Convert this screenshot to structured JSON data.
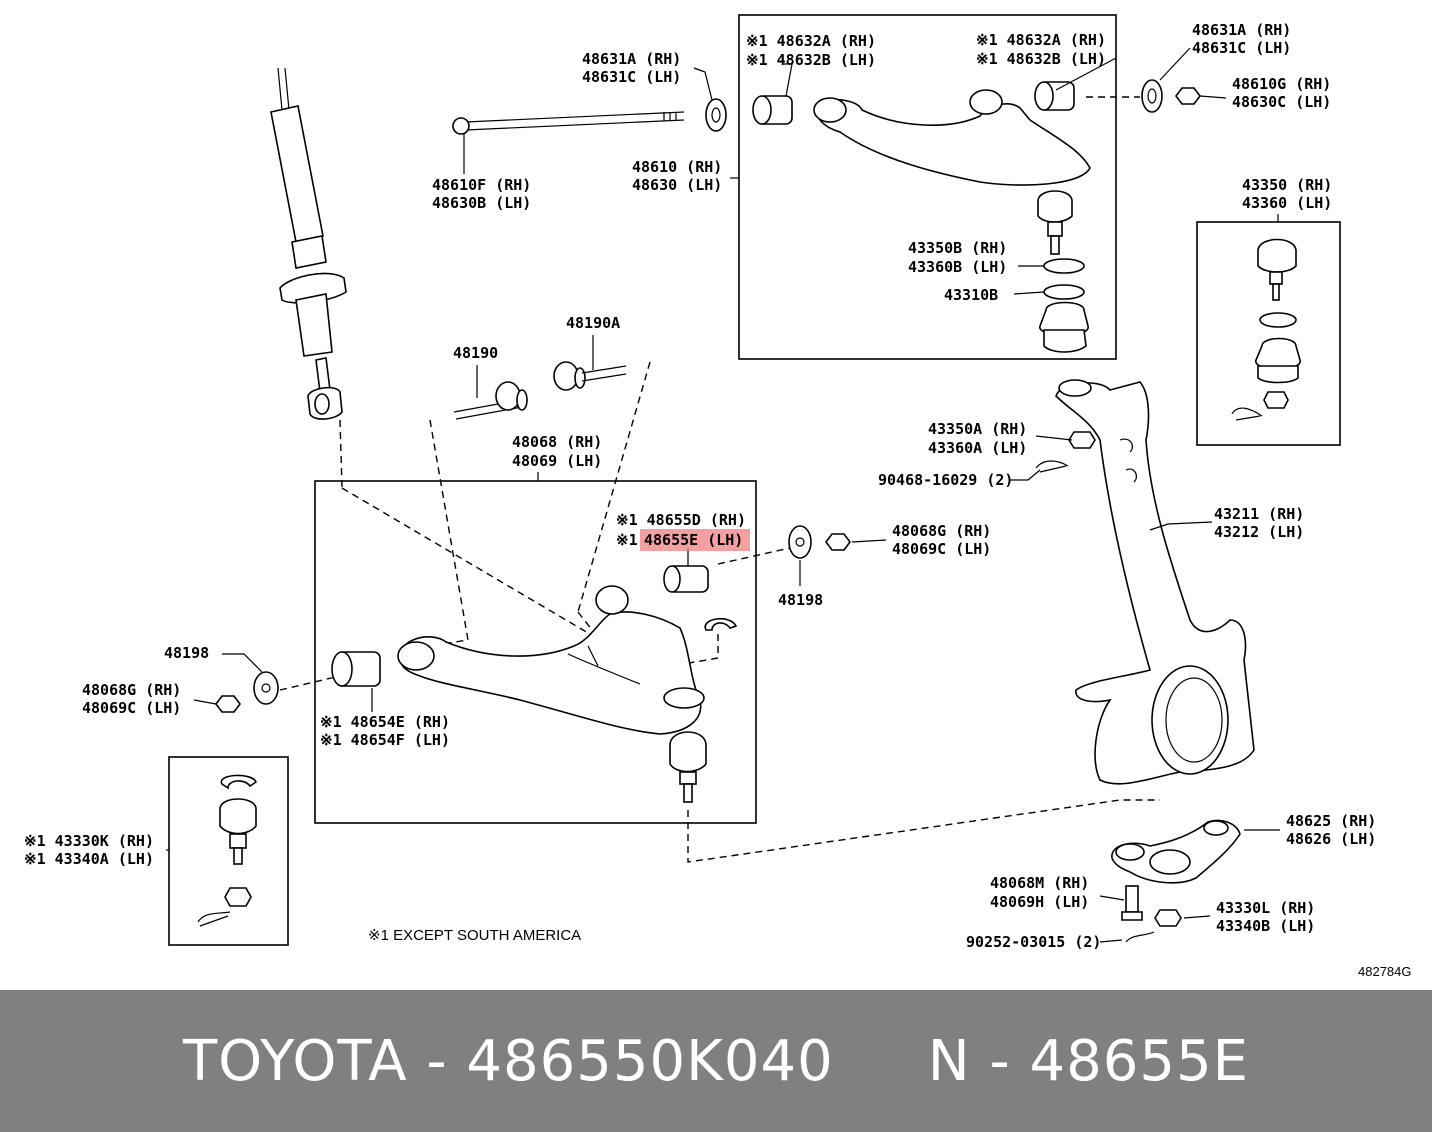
{
  "colors": {
    "footer_bg": "#808080",
    "footer_text": "#ffffff",
    "highlight": "#f08080"
  },
  "labels": {
    "p48631A_top": "48631A (RH)",
    "p48631C_top": "48631C (LH)",
    "p48610F": "48610F (RH)",
    "p48630B": "48630B (LH)",
    "p48610": "48610 (RH)",
    "p48630": "48630 (LH)",
    "p48632A_l": "※1 48632A (RH)",
    "p48632B_l": "※1 48632B (LH)",
    "p48632A_r": "※1 48632A (RH)",
    "p48632B_r": "※1 48632B (LH)",
    "p48631A_r": "48631A (RH)",
    "p48631C_r": "48631C (LH)",
    "p48610G": "48610G (RH)",
    "p48630C": "48630C (LH)",
    "p43350B": "43350B (RH)",
    "p43360B": "43360B (LH)",
    "p43310B": "43310B",
    "p43350": "43350 (RH)",
    "p43360": "43360 (LH)",
    "p48190": "48190",
    "p48190A": "48190A",
    "p48068": "48068 (RH)",
    "p48069": "48069 (LH)",
    "p43350A": "43350A (RH)",
    "p43360A": "43360A (LH)",
    "p90468": "90468-16029 (2)",
    "p48655D": "※1 48655D (RH)",
    "p48655E_mark": "※1",
    "p48655E": "48655E (LH)",
    "p48068G_r": "48068G (RH)",
    "p48069C_r": "48069C (LH)",
    "p48198_r": "48198",
    "p43211": "43211 (RH)",
    "p43212": "43212 (LH)",
    "p48198_l": "48198",
    "p48068G_l": "48068G (RH)",
    "p48069C_l": "48069C (LH)",
    "p48654E": "※1 48654E (RH)",
    "p48654F": "※1 48654F (LH)",
    "p43330K": "※1 43330K (RH)",
    "p43340A": "※1 43340A (LH)",
    "p48625": "48625 (RH)",
    "p48626": "48626 (LH)",
    "p48068M": "48068M (RH)",
    "p48069H": "48069H (LH)",
    "p43330L": "43330L (RH)",
    "p43340B": "43340B (LH)",
    "p90252": "90252-03015 (2)",
    "note": "※1  EXCEPT SOUTH AMERICA",
    "ref_code": "482784G"
  },
  "footer": {
    "text": "TOYOTA - 486550K040     N - 48655E"
  }
}
